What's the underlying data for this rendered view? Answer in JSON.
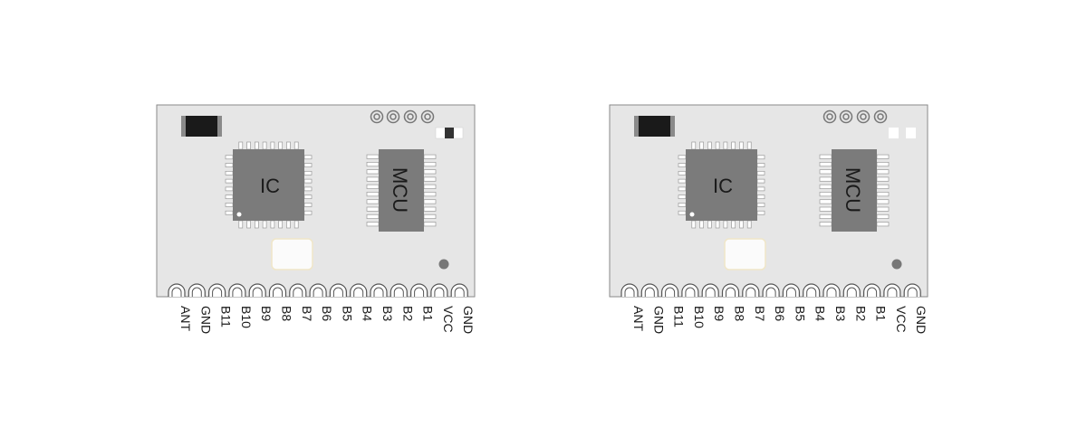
{
  "modules": [
    {
      "ic_label": "IC",
      "mcu_label": "MCU",
      "pins": [
        "ANT",
        "GND",
        "B11",
        "B10",
        "B9",
        "B8",
        "B7",
        "B6",
        "B5",
        "B4",
        "B3",
        "B2",
        "B1",
        "VCC",
        "GND"
      ],
      "variant": "with-smd-component"
    },
    {
      "ic_label": "IC",
      "mcu_label": "MCU",
      "pins": [
        "ANT",
        "GND",
        "B11",
        "B10",
        "B9",
        "B8",
        "B7",
        "B6",
        "B5",
        "B4",
        "B3",
        "B2",
        "B1",
        "VCC",
        "GND"
      ],
      "variant": "empty-pads"
    }
  ],
  "colors": {
    "board": "#e6e6e6",
    "board_border": "#8a8a8a",
    "chip": "#7b7b7b",
    "chip_pin": "#ffffff",
    "capacitor_dark": "#1a1a1a",
    "crystal": "#fbfbfb",
    "crystal_border": "#f0e6c8",
    "text": "#1a1a1a"
  }
}
